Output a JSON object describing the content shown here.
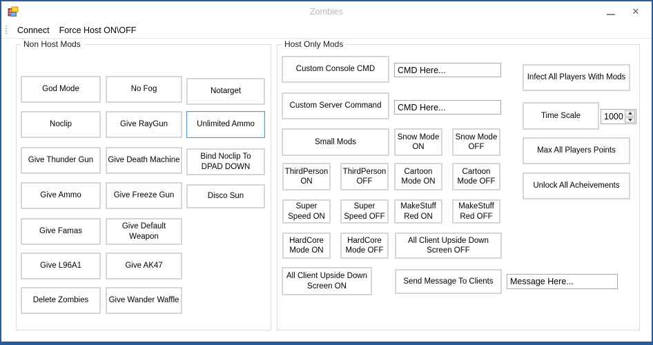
{
  "window": {
    "title": "Zombies",
    "close_glyph": "✕"
  },
  "theme": {
    "window_border_blue": "#2b5a9d",
    "focused_button_blue": "#2f9cf0",
    "button_border_gray": "#d6d6d6",
    "title_text_gray": "#b9b9b9"
  },
  "menu": {
    "items": [
      "Connect",
      "Force Host ON\\OFF"
    ]
  },
  "non_host": {
    "title": "Non Host Mods",
    "buttons": [
      "God Mode",
      "No Fog",
      "Notarget",
      "Noclip",
      "Give RayGun",
      "Unlimited Ammo",
      "Give Thunder Gun",
      "Give Death Machine",
      "Bind Noclip To\nDPAD DOWN",
      "Give Ammo",
      "Give Freeze Gun",
      "Disco Sun",
      "Give Famas",
      "Give Default\nWeapon",
      "Give L96A1",
      "Give AK47",
      "Delete Zombies",
      "Give Wander Waffle"
    ]
  },
  "host": {
    "title": "Host Only Mods",
    "custom_console_cmd": "Custom Console CMD",
    "cmd_value_1": "CMD Here...",
    "custom_server_command": "Custom Server Command",
    "cmd_value_2": "CMD Here...",
    "small_mods": "Small Mods",
    "snow_on": "Snow Mode\nON",
    "snow_off": "Snow Mode\nOFF",
    "thirdperson_on": "ThirdPerson\nON",
    "thirdperson_off": "ThirdPerson\nOFF",
    "cartoon_on": "Cartoon\nMode ON",
    "cartoon_off": "Cartoon\nMode OFF",
    "super_on": "Super\nSpeed ON",
    "super_off": "Super\nSpeed OFF",
    "makestuff_red_on": "MakeStuff\nRed ON",
    "makestuff_red_off": "MakeStuff\nRed OFF",
    "hardcore_on": "HardCore\nMode ON",
    "hardcore_off": "HardCore\nMode OFF",
    "upside_down_off": "All Client Upside Down\nScreen OFF",
    "upside_down_on": "All Client Upside Down\nScreen ON",
    "send_message": "Send Message To Clients",
    "message_value": "Message Here...",
    "infect_all": "Infect All Players With Mods",
    "time_scale": "Time Scale",
    "time_scale_value": "1000",
    "max_points": "Max All Players Points",
    "unlock_achievements": "Unlock All Acheivements"
  }
}
